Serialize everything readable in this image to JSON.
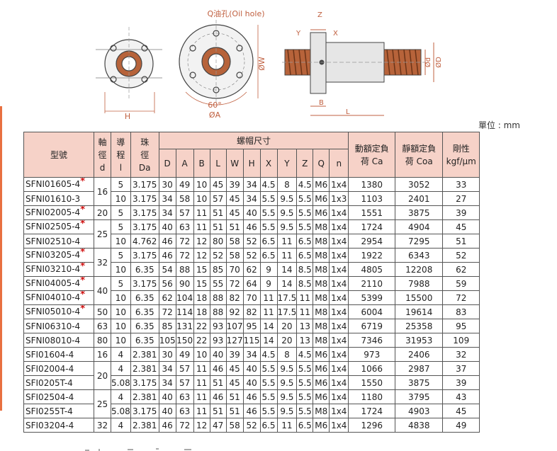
{
  "diagram": {
    "oil_hole_label": "Q油孔(Oil hole)",
    "labels": {
      "H": "H",
      "angle": "60°",
      "dia_A": "ØA",
      "dia_W": "ØW",
      "Z": "Z",
      "Y": "Y",
      "X": "X",
      "B": "B",
      "L": "L",
      "dia_d": "Ød",
      "dia_D": "ØD"
    }
  },
  "unit_label": "單位 : mm",
  "table": {
    "headers": {
      "model": "型號",
      "shaft": [
        "軸",
        "徑",
        "d"
      ],
      "lead": [
        "導",
        "程",
        "l"
      ],
      "ball": [
        "珠",
        "徑",
        "Da"
      ],
      "nut_size": "螺帽尺寸",
      "nut_cols": [
        "D",
        "A",
        "B",
        "L",
        "W",
        "H",
        "X",
        "Y",
        "Z",
        "Q",
        "n"
      ],
      "dynamic": [
        "動額定負",
        "荷 Ca"
      ],
      "static": [
        "靜額定負",
        "荷 Coa"
      ],
      "rigidity": [
        "剛性",
        "kgf/μm"
      ]
    },
    "rows": [
      {
        "model": "SFNI01605-4",
        "star": "*",
        "d": "16",
        "l": "5",
        "Da": "3.175",
        "D": "30",
        "A": "49",
        "B": "10",
        "L": "45",
        "W": "39",
        "H": "34",
        "X": "4.5",
        "Y": "8",
        "Z": "4.5",
        "Q": "M6",
        "n": "1x4",
        "Ca": "1380",
        "Coa": "3052",
        "K": "33"
      },
      {
        "model": "SFNI01610-3",
        "star": "",
        "d": "",
        "l": "10",
        "Da": "3.175",
        "D": "34",
        "A": "58",
        "B": "10",
        "L": "57",
        "W": "45",
        "H": "34",
        "X": "5.5",
        "Y": "9.5",
        "Z": "5.5",
        "Q": "M6",
        "n": "1x3",
        "Ca": "1103",
        "Coa": "2401",
        "K": "27"
      },
      {
        "model": "SFNI02005-4",
        "star": "*",
        "d": "20",
        "l": "5",
        "Da": "3.175",
        "D": "34",
        "A": "57",
        "B": "11",
        "L": "51",
        "W": "45",
        "H": "40",
        "X": "5.5",
        "Y": "9.5",
        "Z": "5.5",
        "Q": "M6",
        "n": "1x4",
        "Ca": "1551",
        "Coa": "3875",
        "K": "39"
      },
      {
        "model": "SFNI02505-4",
        "star": "*",
        "d": "25",
        "l": "5",
        "Da": "3.175",
        "D": "40",
        "A": "63",
        "B": "11",
        "L": "51",
        "W": "51",
        "H": "46",
        "X": "5.5",
        "Y": "9.5",
        "Z": "5.5",
        "Q": "M8",
        "n": "1x4",
        "Ca": "1724",
        "Coa": "4904",
        "K": "45"
      },
      {
        "model": "SFNI02510-4",
        "star": "",
        "d": "",
        "l": "10",
        "Da": "4.762",
        "D": "46",
        "A": "72",
        "B": "12",
        "L": "80",
        "W": "58",
        "H": "52",
        "X": "6.5",
        "Y": "11",
        "Z": "6.5",
        "Q": "M8",
        "n": "1x4",
        "Ca": "2954",
        "Coa": "7295",
        "K": "51"
      },
      {
        "model": "SFNI03205-4",
        "star": "*",
        "d": "32",
        "l": "5",
        "Da": "3.175",
        "D": "46",
        "A": "72",
        "B": "12",
        "L": "52",
        "W": "58",
        "H": "52",
        "X": "6.5",
        "Y": "11",
        "Z": "6.5",
        "Q": "M8",
        "n": "1x4",
        "Ca": "1922",
        "Coa": "6343",
        "K": "52"
      },
      {
        "model": "SFNI03210-4",
        "star": "*",
        "d": "",
        "l": "10",
        "Da": "6.35",
        "D": "54",
        "A": "88",
        "B": "15",
        "L": "85",
        "W": "70",
        "H": "62",
        "X": "9",
        "Y": "14",
        "Z": "8.5",
        "Q": "M8",
        "n": "1x4",
        "Ca": "4805",
        "Coa": "12208",
        "K": "62"
      },
      {
        "model": "SFNI04005-4",
        "star": "*",
        "d": "40",
        "l": "5",
        "Da": "3.175",
        "D": "56",
        "A": "90",
        "B": "15",
        "L": "55",
        "W": "72",
        "H": "64",
        "X": "9",
        "Y": "14",
        "Z": "8.5",
        "Q": "M8",
        "n": "1x4",
        "Ca": "2110",
        "Coa": "7988",
        "K": "59"
      },
      {
        "model": "SFNI04010-4",
        "star": "*",
        "d": "",
        "l": "10",
        "Da": "6.35",
        "D": "62",
        "A": "104",
        "B": "18",
        "L": "88",
        "W": "82",
        "H": "70",
        "X": "11",
        "Y": "17.5",
        "Z": "11",
        "Q": "M8",
        "n": "1x4",
        "Ca": "5399",
        "Coa": "15500",
        "K": "72"
      },
      {
        "model": "SFNI05010-4",
        "star": "*",
        "d": "50",
        "l": "10",
        "Da": "6.35",
        "D": "72",
        "A": "114",
        "B": "18",
        "L": "88",
        "W": "92",
        "H": "82",
        "X": "11",
        "Y": "17.5",
        "Z": "11",
        "Q": "M8",
        "n": "1x4",
        "Ca": "6004",
        "Coa": "19614",
        "K": "83"
      },
      {
        "model": "SFNI06310-4",
        "star": "",
        "d": "63",
        "l": "10",
        "Da": "6.35",
        "D": "85",
        "A": "131",
        "B": "22",
        "L": "93",
        "W": "107",
        "H": "95",
        "X": "14",
        "Y": "20",
        "Z": "13",
        "Q": "M8",
        "n": "1x4",
        "Ca": "6719",
        "Coa": "25358",
        "K": "95"
      },
      {
        "model": "SFNI08010-4",
        "star": "",
        "d": "80",
        "l": "10",
        "Da": "6.35",
        "D": "105",
        "A": "150",
        "B": "22",
        "L": "93",
        "W": "127",
        "H": "115",
        "X": "14",
        "Y": "20",
        "Z": "13",
        "Q": "M8",
        "n": "1x4",
        "Ca": "7346",
        "Coa": "31953",
        "K": "109"
      },
      {
        "model": "SFI01604-4",
        "star": "",
        "d": "16",
        "l": "4",
        "Da": "2.381",
        "D": "30",
        "A": "49",
        "B": "10",
        "L": "40",
        "W": "39",
        "H": "34",
        "X": "4.5",
        "Y": "8",
        "Z": "4.5",
        "Q": "M6",
        "n": "1x4",
        "Ca": "973",
        "Coa": "2406",
        "K": "32"
      },
      {
        "model": "SFI02004-4",
        "star": "",
        "d": "20",
        "l": "4",
        "Da": "2.381",
        "D": "34",
        "A": "57",
        "B": "11",
        "L": "46",
        "W": "45",
        "H": "40",
        "X": "5.5",
        "Y": "9.5",
        "Z": "5.5",
        "Q": "M6",
        "n": "1x4",
        "Ca": "1066",
        "Coa": "2987",
        "K": "37"
      },
      {
        "model": "SFI0205T-4",
        "star": "",
        "d": "",
        "l": "5.08",
        "Da": "3.175",
        "D": "34",
        "A": "57",
        "B": "11",
        "L": "51",
        "W": "45",
        "H": "40",
        "X": "5.5",
        "Y": "9.5",
        "Z": "5.5",
        "Q": "M6",
        "n": "1x4",
        "Ca": "1550",
        "Coa": "3875",
        "K": "39"
      },
      {
        "model": "SFI02504-4",
        "star": "",
        "d": "25",
        "l": "4",
        "Da": "2.381",
        "D": "40",
        "A": "63",
        "B": "11",
        "L": "46",
        "W": "51",
        "H": "46",
        "X": "5.5",
        "Y": "9.5",
        "Z": "5.5",
        "Q": "M6",
        "n": "1x4",
        "Ca": "1180",
        "Coa": "3795",
        "K": "43"
      },
      {
        "model": "SFI0255T-4",
        "star": "",
        "d": "",
        "l": "5.08",
        "Da": "3.175",
        "D": "40",
        "A": "63",
        "B": "11",
        "L": "51",
        "W": "51",
        "H": "46",
        "X": "5.5",
        "Y": "9.5",
        "Z": "5.5",
        "Q": "M8",
        "n": "1x4",
        "Ca": "1724",
        "Coa": "4903",
        "K": "45"
      },
      {
        "model": "SFI03204-4",
        "star": "",
        "d": "32",
        "l": "4",
        "Da": "2.381",
        "D": "46",
        "A": "72",
        "B": "12",
        "L": "47",
        "W": "58",
        "H": "52",
        "X": "6.5",
        "Y": "11",
        "Z": "6.5",
        "Q": "M6",
        "n": "1x4",
        "Ca": "1296",
        "Coa": "4838",
        "K": "49"
      }
    ]
  }
}
